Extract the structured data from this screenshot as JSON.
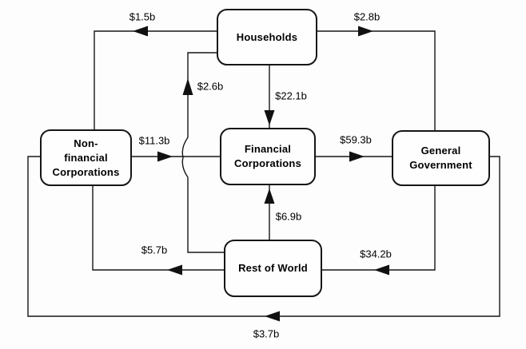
{
  "nodes": {
    "households": {
      "label": "Households"
    },
    "nonfinancial": {
      "label": "Non-\nfinancial\nCorporations"
    },
    "financial": {
      "label": "Financial\nCorporations"
    },
    "government": {
      "label": "General\nGovernment"
    },
    "restofworld": {
      "label": "Rest of World"
    }
  },
  "flows": {
    "households_to_nonfinancial": {
      "amount": "$1.5b",
      "from": "Households",
      "to": "Non-financial Corporations"
    },
    "households_to_government": {
      "amount": "$2.8b",
      "from": "Households",
      "to": "General Government"
    },
    "households_to_financial": {
      "amount": "$22.1b",
      "from": "Households",
      "to": "Financial Corporations"
    },
    "restofworld_to_households": {
      "amount": "$2.6b",
      "from": "Rest of World",
      "to": "Households"
    },
    "nonfinancial_to_financial": {
      "amount": "$11.3b",
      "from": "Non-financial Corporations",
      "to": "Financial Corporations"
    },
    "financial_to_government": {
      "amount": "$59.3b",
      "from": "Financial Corporations",
      "to": "General Government"
    },
    "restofworld_to_financial": {
      "amount": "$6.9b",
      "from": "Rest of World",
      "to": "Financial Corporations"
    },
    "restofworld_to_nonfinancial": {
      "amount": "$5.7b",
      "from": "Rest of World",
      "to": "Non-financial Corporations"
    },
    "government_to_restofworld": {
      "amount": "$34.2b",
      "from": "General Government",
      "to": "Rest of World"
    },
    "government_to_nonfinancial": {
      "amount": "$3.7b",
      "from": "General Government",
      "to": "Non-financial Corporations"
    }
  },
  "colors": {
    "background": "#fdfdfd",
    "line": "#161616",
    "node_fill": "#fefefe",
    "text": "#000000"
  }
}
